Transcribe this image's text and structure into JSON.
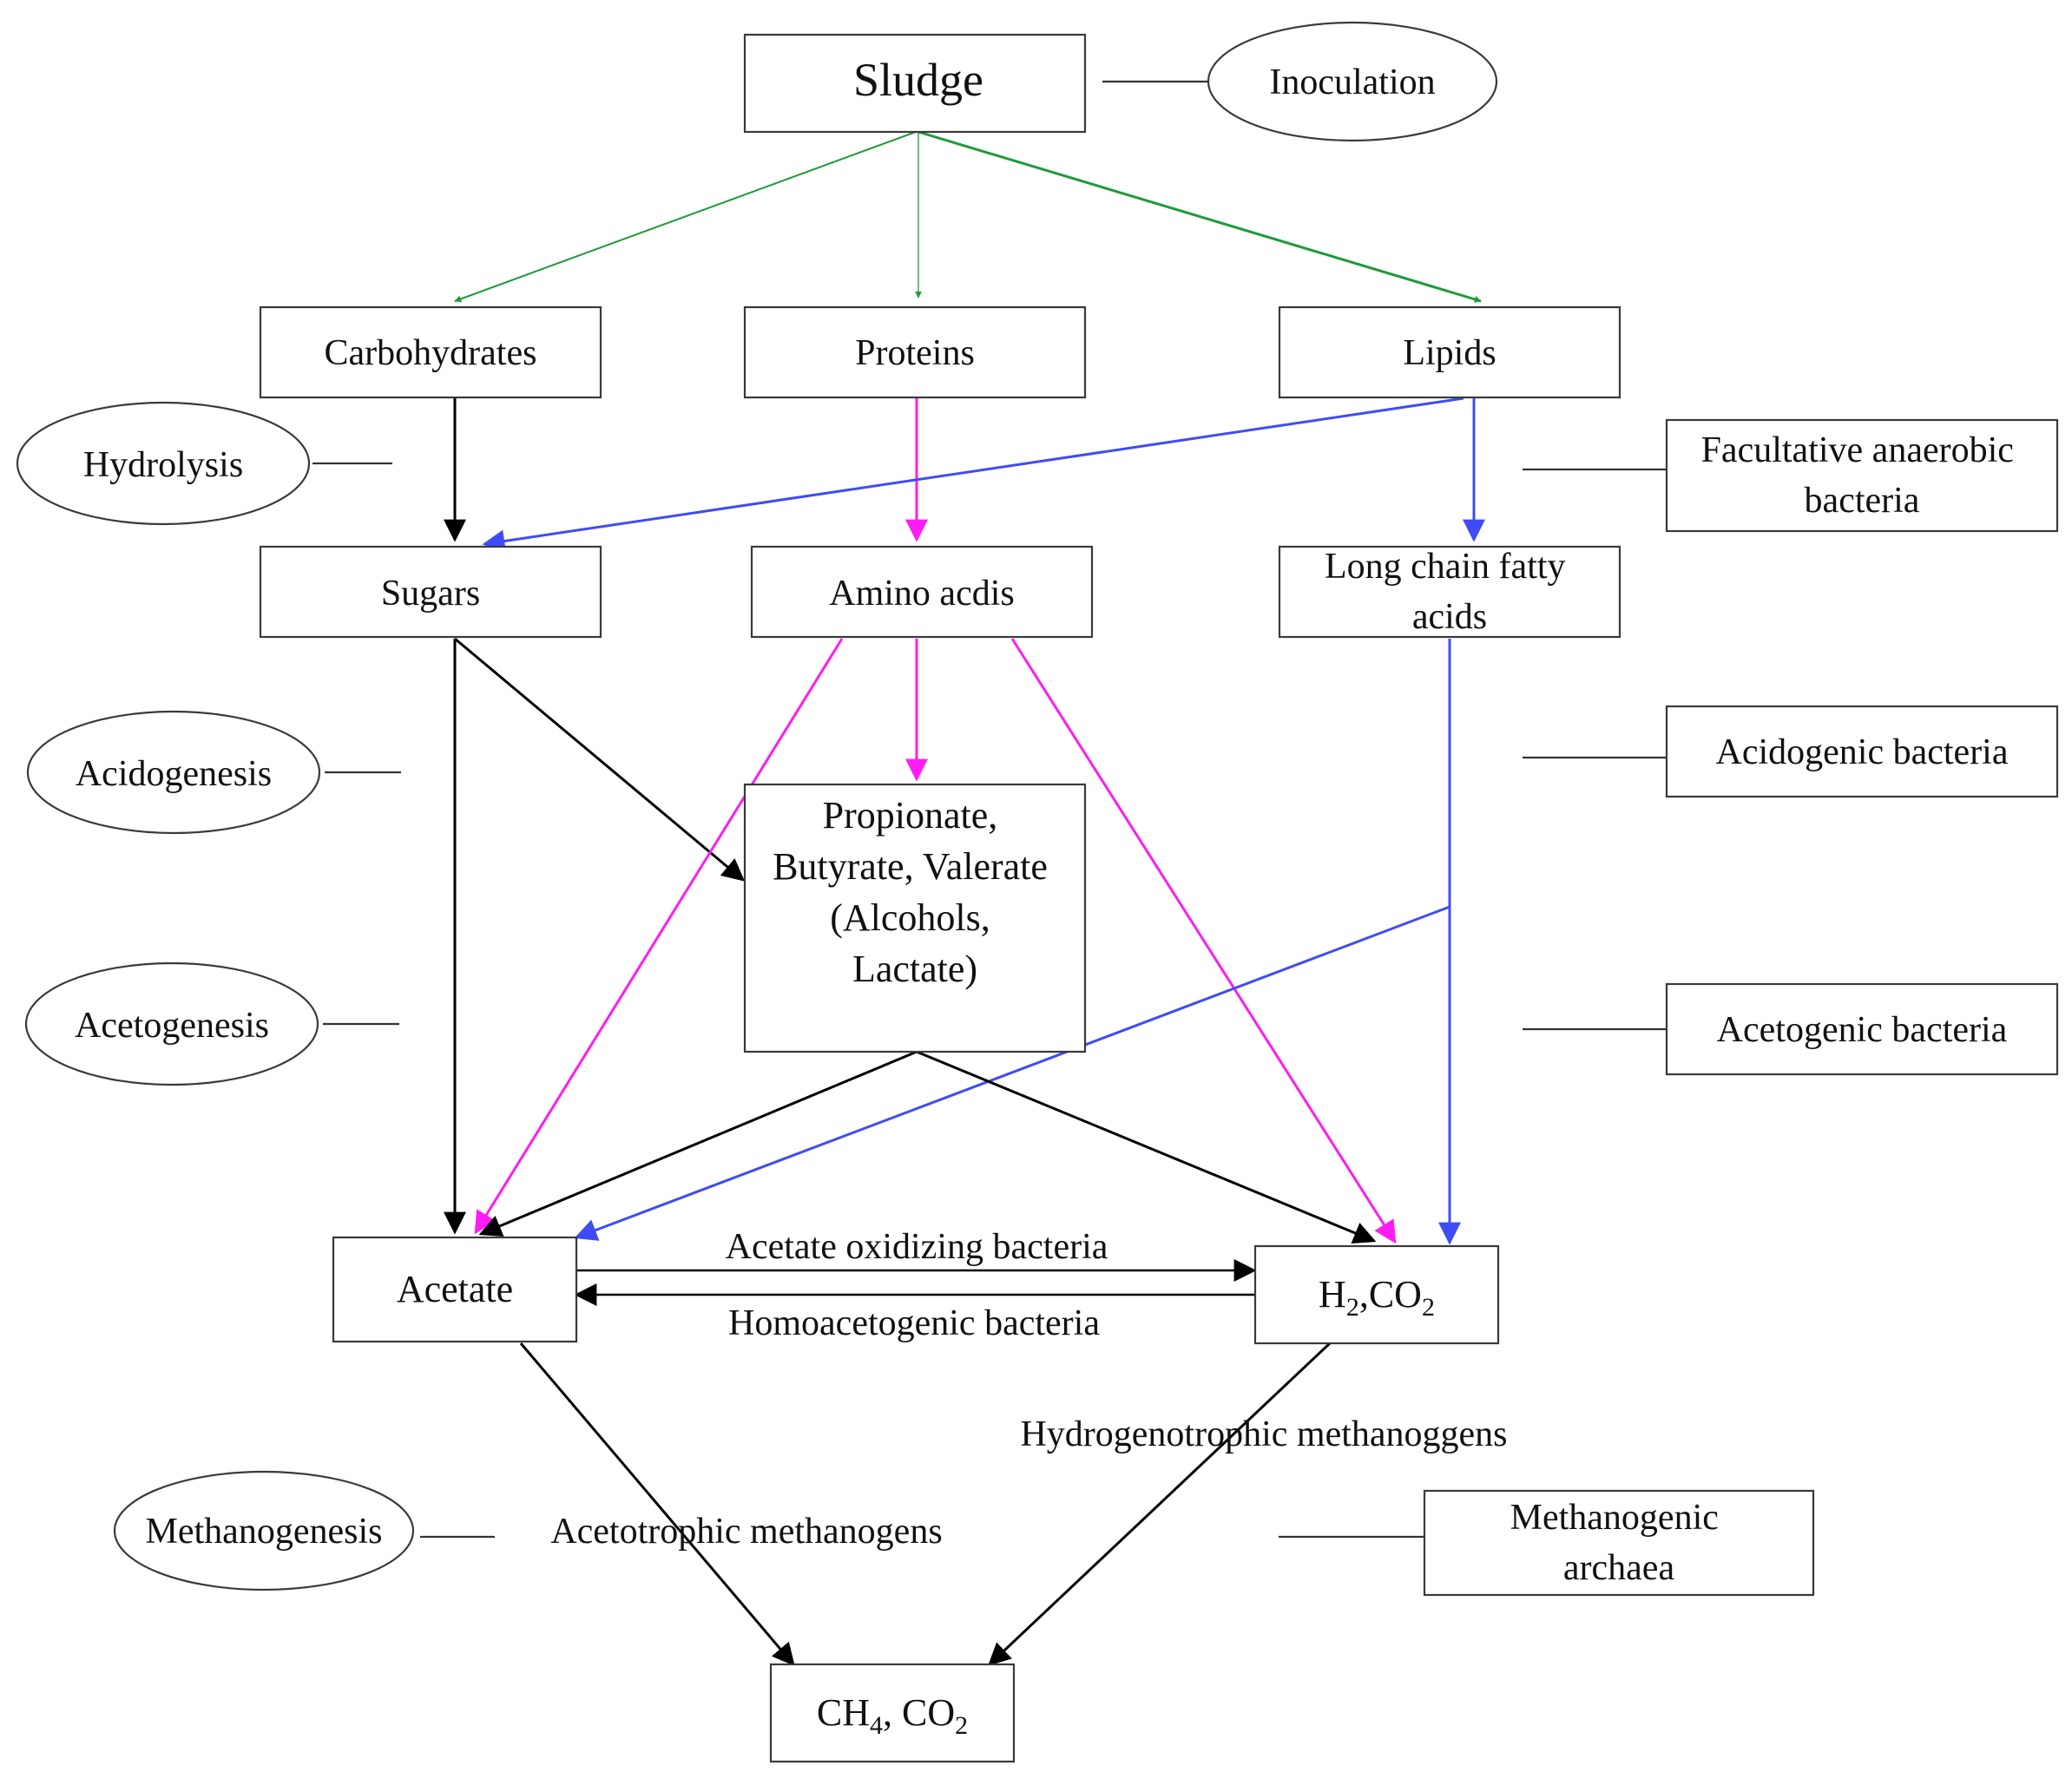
{
  "colors": {
    "green": "#1f9a3a",
    "magenta": "#ff1cf2",
    "blue": "#3f4cf5",
    "black": "#000000",
    "box_border": "#3a3a3a"
  },
  "nodes": {
    "sludge": "Sludge",
    "carbohydrates": "Carbohydrates",
    "proteins": "Proteins",
    "lipids": "Lipids",
    "sugars": "Sugars",
    "amino_acids": "Amino acdis",
    "lcfa": [
      "Long chain fatty",
      "acids"
    ],
    "intermediates": [
      "Propionate,",
      "Butyrate, Valerate",
      "(Alcohols,",
      "Lactate)"
    ],
    "acetate": "Acetate",
    "h2co2": {
      "h": "H",
      "h_sub": "2",
      "mid": ",CO",
      "o_sub": "2"
    },
    "ch4co2": {
      "ch": "CH",
      "ch_sub": "4",
      "mid": ", CO",
      "o_sub": "2"
    }
  },
  "stages": {
    "inoculation": "Inoculation",
    "hydrolysis": "Hydrolysis",
    "acidogenesis": "Acidogenesis",
    "acetogenesis": "Acetogenesis",
    "methanogenesis": "Methanogenesis"
  },
  "microbes": {
    "facultative": [
      "Facultative anaerobic",
      "bacteria"
    ],
    "acidogenic": "Acidogenic bacteria",
    "acetogenic": "Acetogenic bacteria",
    "methanogenic": [
      "Methanogenic",
      "archaea"
    ]
  },
  "edge_labels": {
    "acetate_oxidizing": "Acetate oxidizing bacteria",
    "homoacetogenic": "Homoacetogenic bacteria",
    "hydrogenotrophic": "Hydrogenotrophic methanoggens",
    "acetotrophic": "Acetotrophic methanogens"
  }
}
